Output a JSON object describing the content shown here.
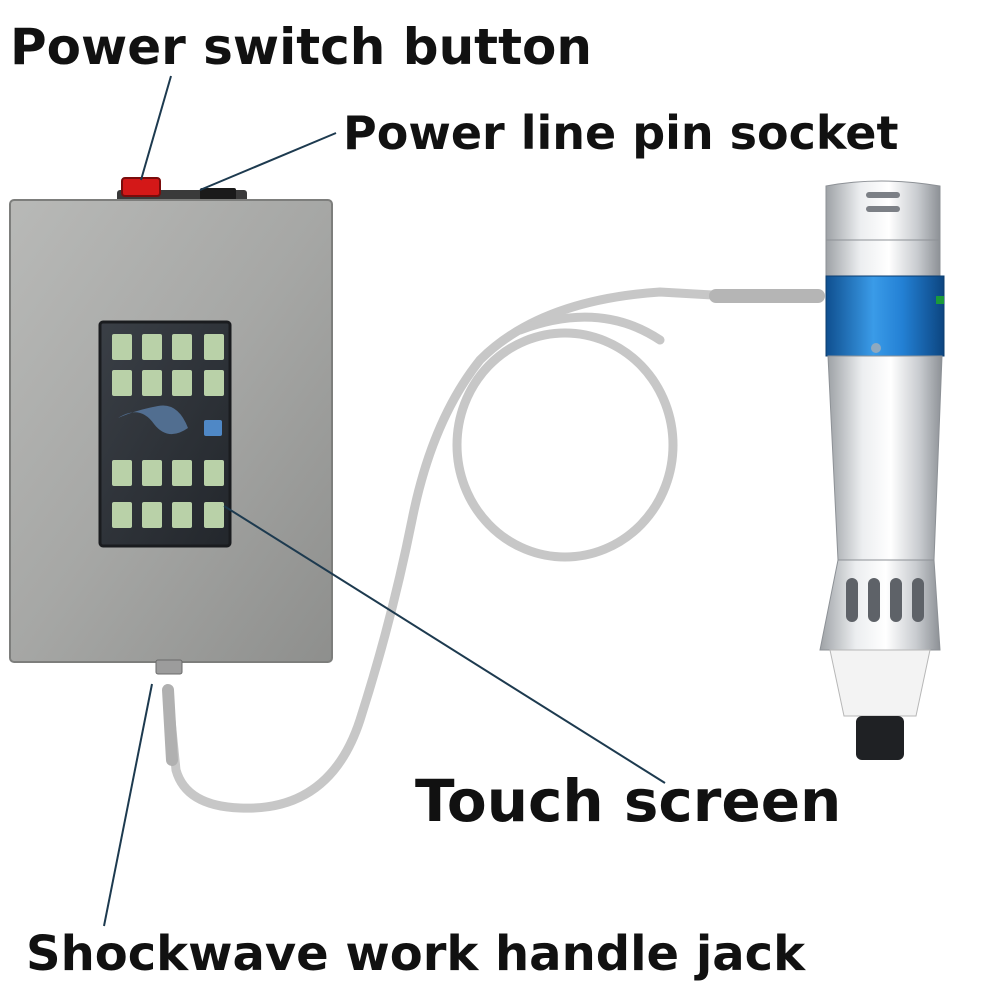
{
  "labels": {
    "power_switch": "Power switch button",
    "power_socket": "Power line pin socket",
    "touch_screen": "Touch screen",
    "handle_jack": "Shockwave work handle jack"
  },
  "colors": {
    "device_body": "#a9aaa8",
    "screen": "#2c3036",
    "screen_key": "#b9d1a8",
    "switch": "#d41818",
    "handle_silver": "#dfe1e3",
    "handle_blue": "#1f78c9",
    "cable": "#c7c7c7",
    "leader_line": "#1d3a4f"
  }
}
